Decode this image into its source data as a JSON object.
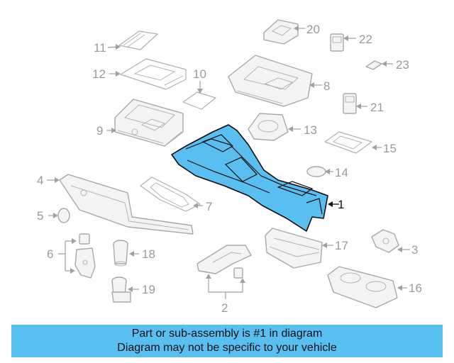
{
  "diagram": {
    "callouts": {
      "c1": "1",
      "c2": "2",
      "c3": "3",
      "c4": "4",
      "c5": "5",
      "c6": "6",
      "c7": "7",
      "c8": "8",
      "c9": "9",
      "c10": "10",
      "c11": "11",
      "c12": "12",
      "c13": "13",
      "c14": "14",
      "c15": "15",
      "c16": "16",
      "c17": "17",
      "c18": "18",
      "c19": "19",
      "c20": "20",
      "c21": "21",
      "c22": "22",
      "c23": "23"
    },
    "highlight_color": "#59bef0",
    "line_color": "#a0a0a0"
  },
  "banner": {
    "line1": "Part or sub-assembly is #1 in diagram",
    "line2": "Diagram may not be specific to your vehicle",
    "color": "#59bef0"
  }
}
